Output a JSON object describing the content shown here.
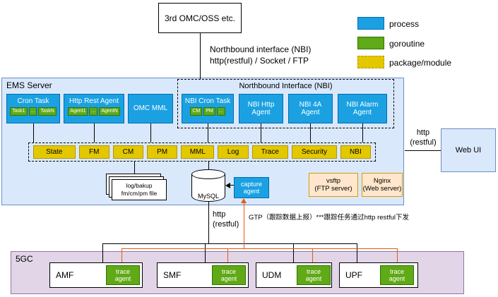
{
  "colors": {
    "process": "#1ba1e2",
    "goroutine": "#60a917",
    "package_module": "#e3c800",
    "trace_link": "#e8590c",
    "ems_bg": "#dae8fc",
    "fgc_bg": "#e1d5e7",
    "server_box": "#ffe6cc"
  },
  "legend": {
    "process": "process",
    "goroutine": "goroutine",
    "package_module": "package/module"
  },
  "external": {
    "omc_oss": "3rd OMC/OSS etc.",
    "nbi_line1": "Northbound interface (NBI)",
    "nbi_line2": "http(restful) / Socket / FTP",
    "web_ui": "Web UI",
    "webui_link_line1": "http",
    "webui_link_line2": "(restful)"
  },
  "ems": {
    "title": "EMS Server",
    "cron_task": {
      "label": "Cron Task",
      "children": [
        "Task1",
        "...",
        "TaskN"
      ]
    },
    "http_rest_agent": {
      "label": "Http Rest Agent",
      "children": [
        "Agent1",
        "...",
        "AgentN"
      ]
    },
    "omc_mml": "OMC MML",
    "nbi_group": {
      "title": "Northbound Interface (NBI)",
      "nbi_cron_task": {
        "label": "NBI Cron Task",
        "children": [
          "CM",
          "PM",
          "..."
        ]
      },
      "nbi_http_agent": "NBI Http Agent",
      "nbi_4a_agent": "NBI 4A Agent",
      "nbi_alarm_agent": "NBI Alarm Agent"
    },
    "modules": [
      "State",
      "FM",
      "CM",
      "PM",
      "MML",
      "Log",
      "Trace",
      "Security",
      "NBI"
    ],
    "files": {
      "line1": "log/bakup",
      "line2": "fm/cm/pm file"
    },
    "database": "MySQL",
    "capture_agent": "capture agent",
    "vsftp": {
      "line1": "vsftp",
      "line2": "(FTP server)"
    },
    "nginx": {
      "line1": "Nginx",
      "line2": "(Web server)"
    }
  },
  "links": {
    "south_line1": "http",
    "south_line2": "(restful)",
    "gtp_note": "GTP（跟踪数据上报）***跟踪任务通过http restful下发"
  },
  "fgc": {
    "title": "5GC",
    "nodes": [
      {
        "label": "AMF",
        "agent": "trace agent"
      },
      {
        "label": "SMF",
        "agent": "trace agent"
      },
      {
        "label": "UDM",
        "agent": "trace agent"
      },
      {
        "label": "UPF",
        "agent": "trace agent"
      }
    ]
  }
}
